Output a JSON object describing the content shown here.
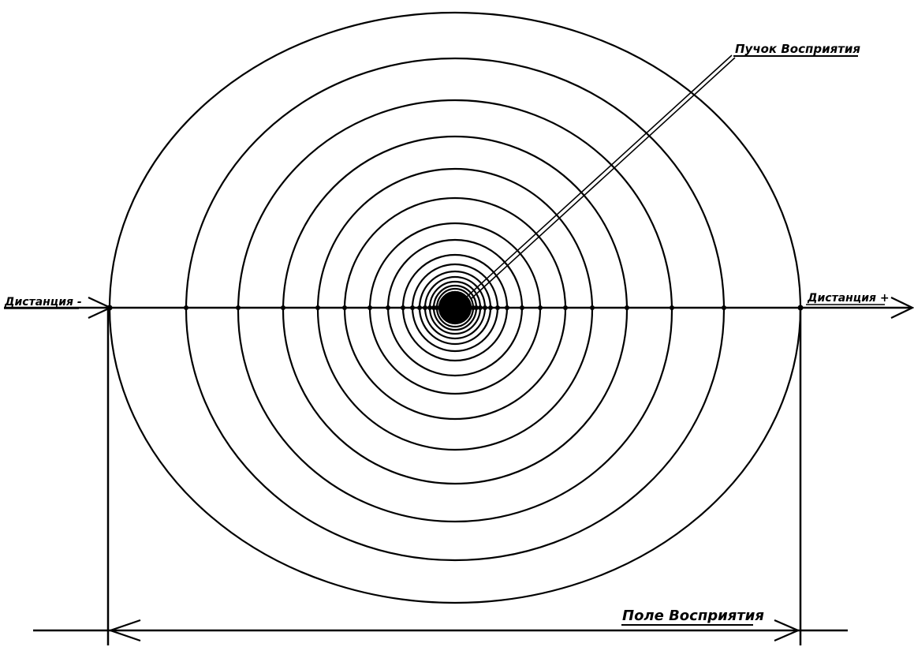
{
  "labels": {
    "beam": "Пучок Восприятия",
    "distance_minus": "Дистанция -",
    "distance_plus": "Дистанция +",
    "field": "Поле Восприятия"
  },
  "diagram": {
    "ring_count": 20,
    "center_element": "filled-dot"
  },
  "colors": {
    "line": "#000000",
    "background": "#ffffff"
  }
}
